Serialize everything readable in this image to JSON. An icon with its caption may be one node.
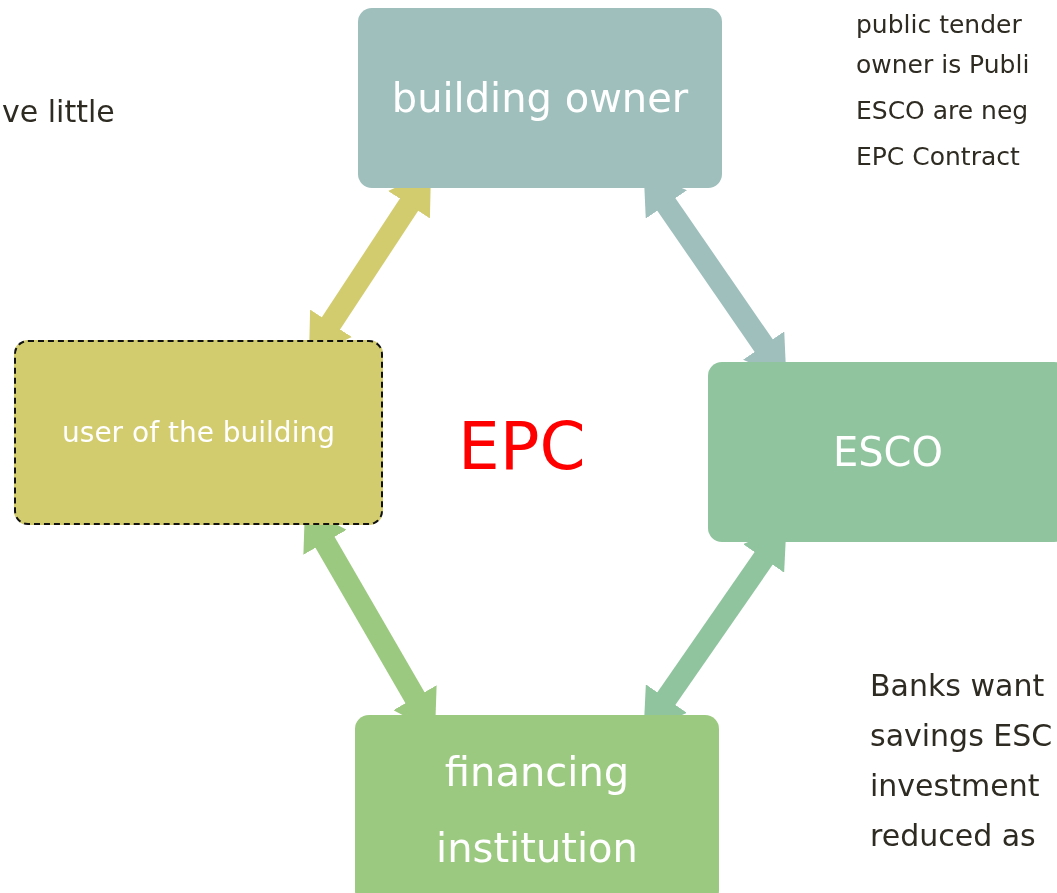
{
  "diagram": {
    "nodes": [
      {
        "text": [
          "building owner"
        ]
      },
      {
        "text": [
          "user of the building"
        ]
      },
      {
        "text": [
          "ESCO"
        ]
      },
      {
        "text": [
          "financing institution"
        ]
      }
    ],
    "edges": [
      {
        "from": 0,
        "to": 1,
        "arrow": "both",
        "color": "#d2cc6e"
      },
      {
        "from": 0,
        "to": 2,
        "arrow": "both",
        "color": "#9ebfbc"
      },
      {
        "from": 1,
        "to": 3,
        "arrow": "both",
        "color": "#9bc97f"
      },
      {
        "from": 2,
        "to": 3,
        "arrow": "both",
        "color": "#8fc49e"
      }
    ],
    "labels": [
      "ve little",
      "EPC",
      "public tender",
      "owner is Publi",
      "ESCO are neg",
      "EPC Contract",
      "Banks want",
      "savings ESC",
      "investment",
      "reduced as"
    ]
  }
}
